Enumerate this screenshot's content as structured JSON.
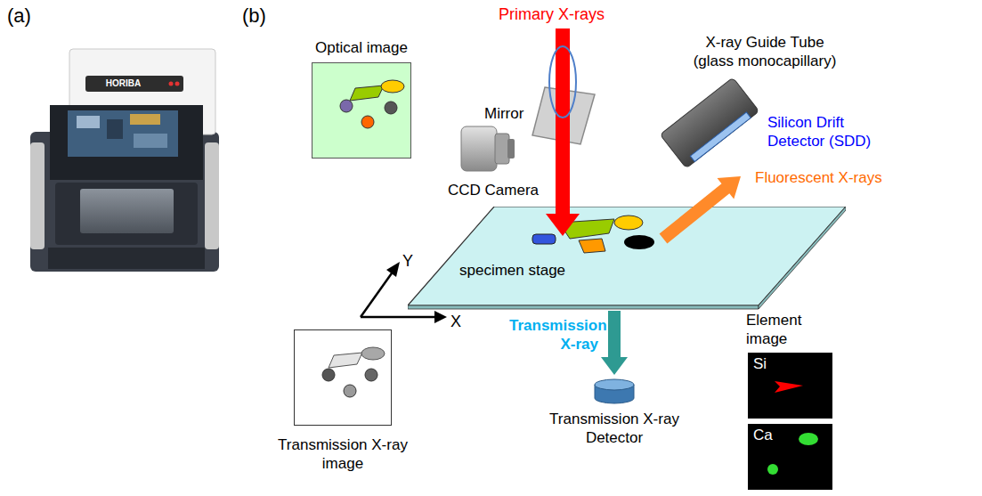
{
  "diagram": {
    "nodes": [
      {
        "text": [
          "Optical image"
        ]
      },
      {
        "text": [
          "specimen stage"
        ]
      },
      {
        "text": [
          "Transmission X-ray image"
        ]
      },
      {
        "text": [
          "Transmission X-ray Detector"
        ]
      },
      {
        "text": [
          "Si"
        ]
      },
      {
        "text": [
          "Ca"
        ]
      }
    ],
    "edges": [
      {
        "from": 1,
        "to": 3,
        "arrow": "to",
        "label": "Transmission X-ray"
      }
    ],
    "labels": [
      "(a)",
      "HORIBA",
      "(b)",
      "Primary X-rays",
      "X-ray Guide Tube (glass monocapillary)",
      "Mirror",
      "CCD Camera",
      "Silicon Drift Detector (SDD)",
      "Fluorescent X-rays",
      "Y",
      "X",
      "Element image"
    ]
  }
}
